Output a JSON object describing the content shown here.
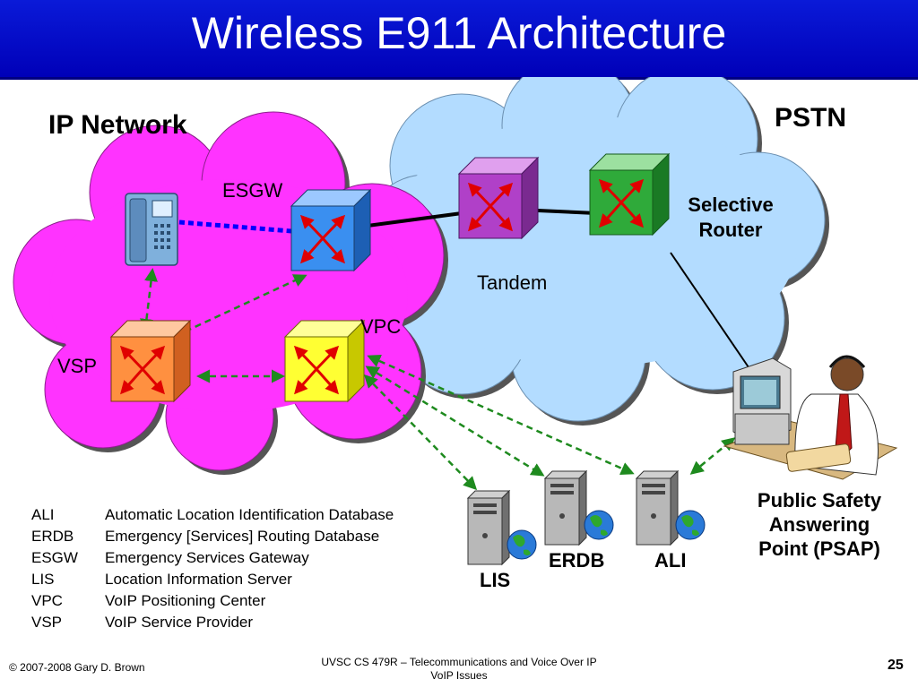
{
  "slide": {
    "title": "Wireless E911 Architecture"
  },
  "networks": {
    "ip_label": "IP Network",
    "pstn_label": "PSTN"
  },
  "nodes": {
    "esgw": "ESGW",
    "tandem": "Tandem",
    "selective_router": [
      "Selective",
      "Router"
    ],
    "vpc": "VPC",
    "vsp": "VSP",
    "lis": "LIS",
    "erdb": "ERDB",
    "ali": "ALI",
    "psap": [
      "Public Safety",
      "Answering",
      "Point (PSAP)"
    ]
  },
  "legend": [
    {
      "abbr": "ALI",
      "desc": "Automatic Location Identification Database"
    },
    {
      "abbr": "ERDB",
      "desc": "Emergency [Services] Routing Database"
    },
    {
      "abbr": "ESGW",
      "desc": "Emergency Services Gateway"
    },
    {
      "abbr": "LIS",
      "desc": "Location Information Server"
    },
    {
      "abbr": "VPC",
      "desc": "VoIP Positioning Center"
    },
    {
      "abbr": "VSP",
      "desc": "VoIP Service Provider"
    }
  ],
  "footer": {
    "copyright": "© 2007-2008 Gary D. Brown",
    "course_line1": "UVSC CS 479R – Telecommunications and Voice Over IP",
    "course_line2": "VoIP Issues",
    "page_number": "25"
  },
  "colors": {
    "ip_cloud": "#ff33ff",
    "pstn_cloud": "#b3dcff",
    "esgw": "#3a8ff0",
    "tandem": "#b040c8",
    "selective_router": "#2faa3a",
    "vpc": "#ffff33",
    "vsp": "#ff9040",
    "data_link": "#1e8a1e",
    "voip_link": "#0000ff"
  }
}
